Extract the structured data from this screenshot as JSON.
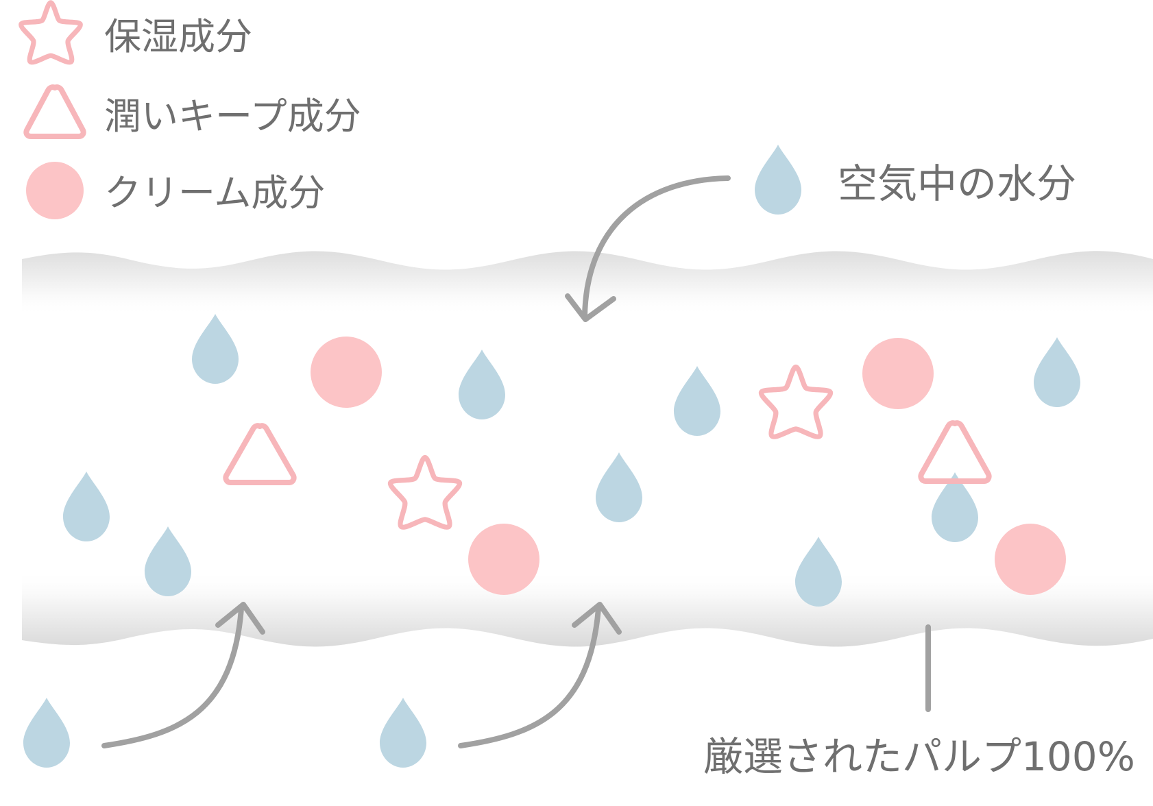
{
  "legend": {
    "items": [
      {
        "label": "保湿成分",
        "icon": "star-outline-icon"
      },
      {
        "label": "潤いキープ成分",
        "icon": "triangle-outline-icon"
      },
      {
        "label": "クリーム成分",
        "icon": "filled-circle-icon"
      }
    ]
  },
  "annotations": {
    "air_moisture": "空気中の水分",
    "pulp": "厳選されたパルプ100%"
  },
  "colors": {
    "pink_outline": "#f7b6ba",
    "pink_fill": "#fcc4c6",
    "water_blue": "#bcd6e2",
    "arrow_gray": "#a1a1a1",
    "text_gray": "#6f6f6f",
    "band_shadow": "#dcdcdc"
  }
}
